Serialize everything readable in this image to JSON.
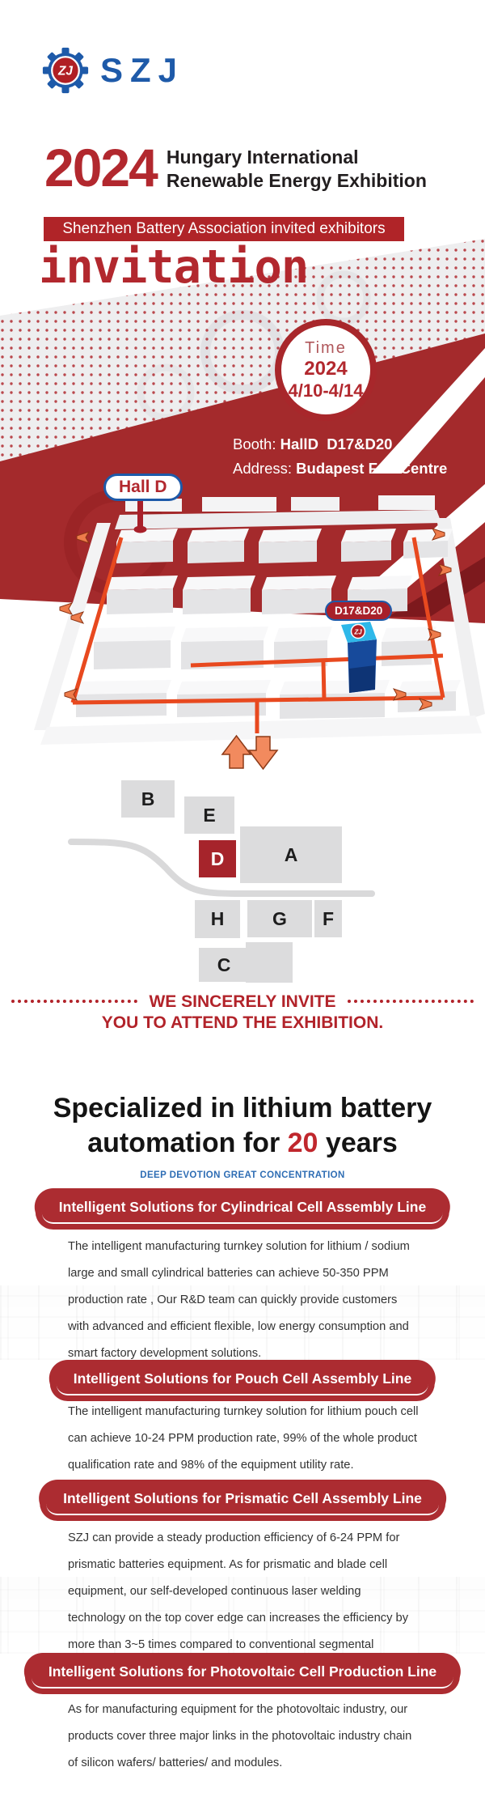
{
  "brand": {
    "name": "SZJ",
    "logo_icon": "gear-icon"
  },
  "title": {
    "year": "2024",
    "line1": "Hungary International",
    "line2": "Renewable Energy Exhibition"
  },
  "hero": {
    "banner": "Shenzhen Battery Association invited exhibitors",
    "invitation": "invitation",
    "time": {
      "label": "Time",
      "year": "2024",
      "dates": "4/10-4/14"
    },
    "booth_label": "Booth:",
    "booth_value": "HallD  D17&D20",
    "address_label": "Address:",
    "address_value": "Budapest Fair Centre"
  },
  "map": {
    "hall_badge": "Hall D",
    "booth_badge": "D17&D20"
  },
  "hall_layout": {
    "halls": [
      "B",
      "E",
      "D",
      "A",
      "H",
      "G",
      "F",
      "C"
    ],
    "highlighted": "D"
  },
  "invite": {
    "line1": "WE SINCERELY INVITE",
    "line2": "YOU TO ATTEND THE EXHIBITION."
  },
  "heading": {
    "line1": "Specialized in lithium battery",
    "line2_pre": "automation for ",
    "highlight": "20",
    "line2_post": " years",
    "subtitle": "DEEP DEVOTION GREAT CONCENTRATION"
  },
  "sections": [
    {
      "title": "Intelligent Solutions for Cylindrical Cell Assembly Line",
      "body": "The intelligent manufacturing turnkey solution for lithium / sodium large and small cylindrical batteries can achieve 50-350 PPM production rate , Our R&D team can quickly provide customers with advanced and efficient flexible, low energy consumption and smart factory development solutions."
    },
    {
      "title": "Intelligent Solutions for Pouch Cell Assembly Line",
      "body": "The intelligent manufacturing turnkey solution for lithium pouch cell can achieve 10-24 PPM production rate, 99% of the whole product qualification rate and 98% of the equipment utility rate."
    },
    {
      "title": "Intelligent Solutions for Prismatic Cell Assembly Line",
      "body": "SZJ can provide a steady production efficiency of 6-24 PPM for prismatic batteries equipment. As for prismatic and blade cell equipment, our self-developed continuous laser welding technology on the top cover edge can increases the efficiency by more than 3~5 times compared to conventional segmental welding."
    },
    {
      "title": "Intelligent Solutions for Photovoltaic Cell Production Line",
      "body": "As for manufacturing equipment for the photovoltaic industry, our products cover three major links in the photovoltaic industry chain of silicon wafers/ batteries/ and modules."
    }
  ],
  "colors": {
    "accent_red": "#b2282e",
    "band_red": "#a42a2c",
    "pill_red": "#ac2c31",
    "brand_blue": "#1e5aa9",
    "subtitle_blue": "#2e6db4",
    "route_orange": "#e8491f"
  }
}
